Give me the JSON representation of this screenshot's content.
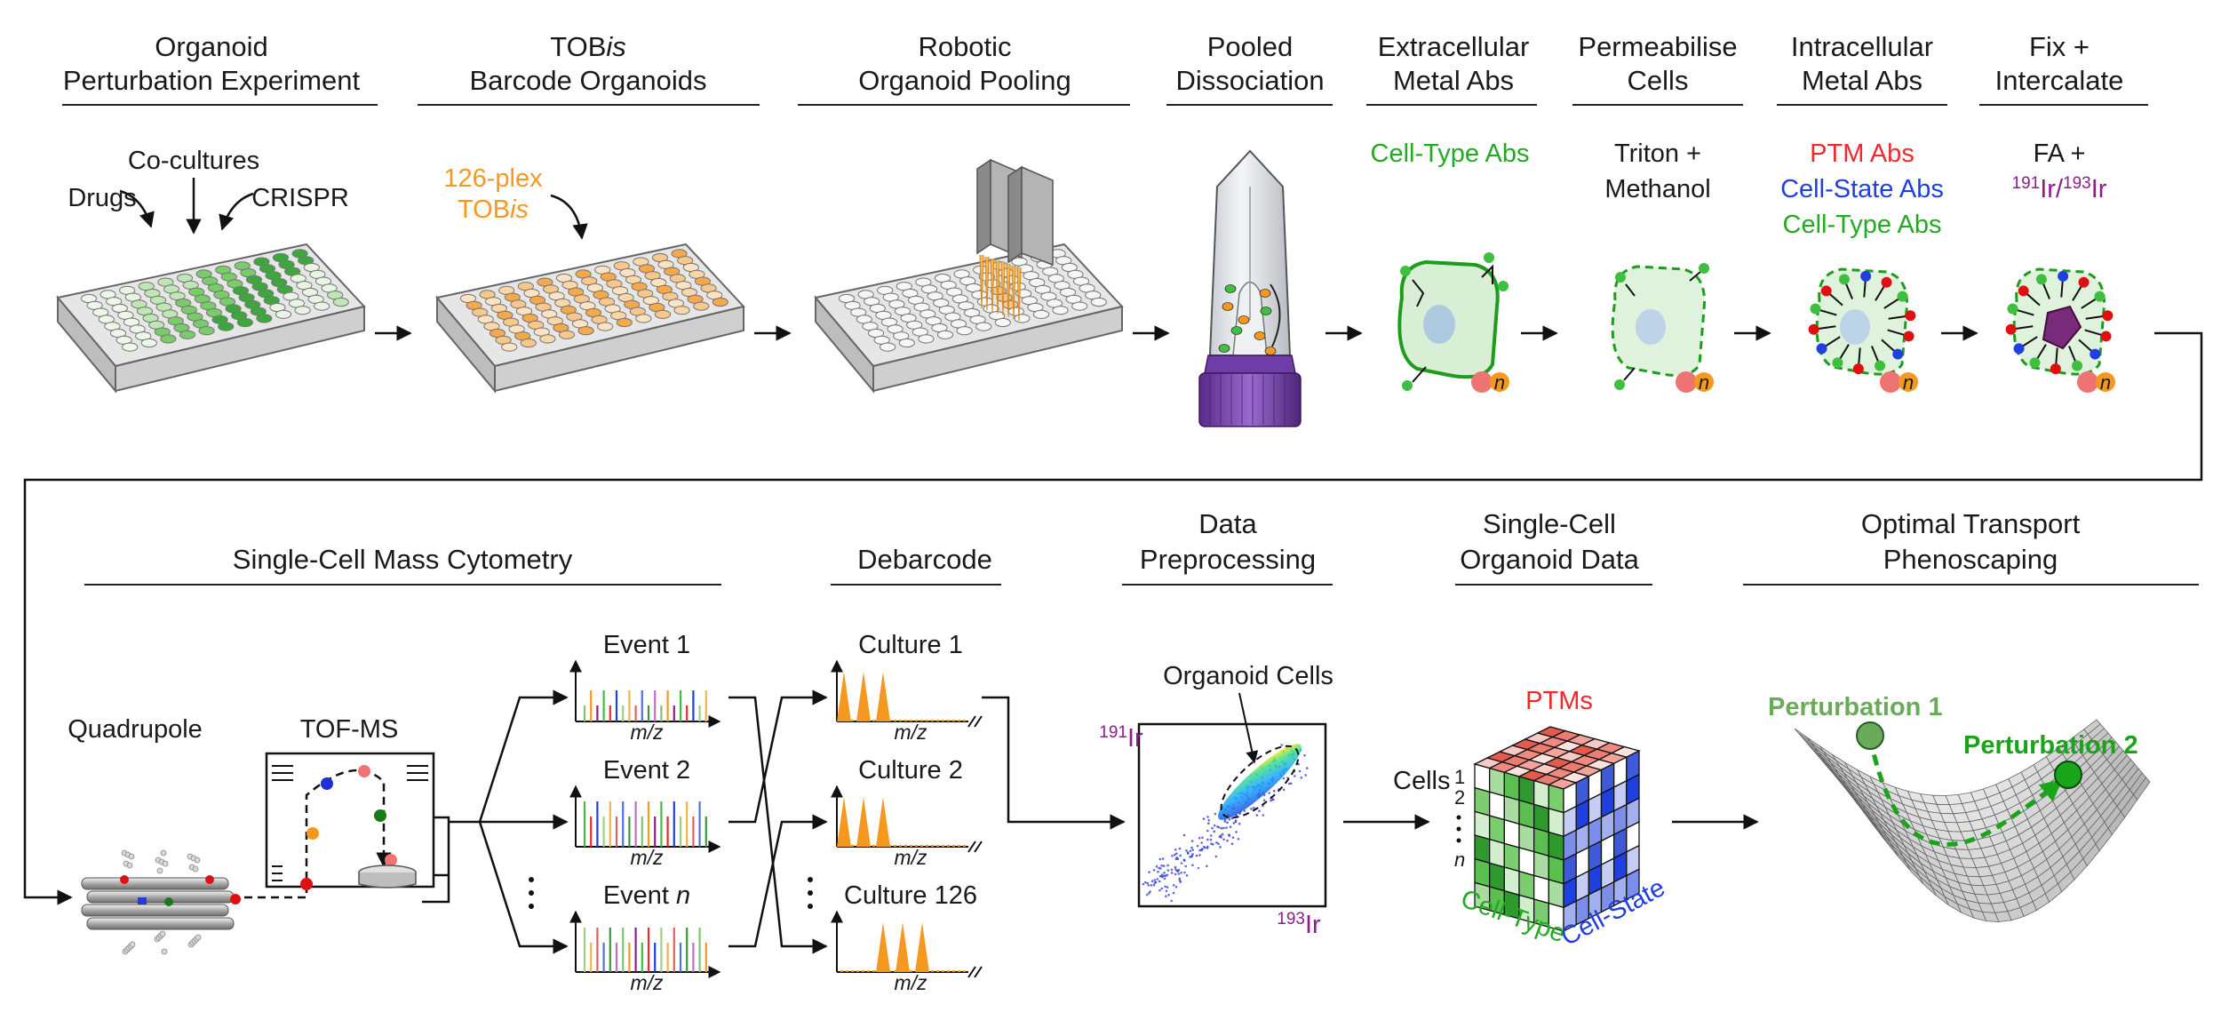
{
  "colors": {
    "cell_type": "#22aa22",
    "cell_state": "#1f3fe0",
    "ptm": "#ee2a2a",
    "orange": "#f5981f",
    "iridium": "#8a1f8a",
    "pert1": "#6aab5a",
    "pert2": "#19a419"
  },
  "steps_top": [
    {
      "l1": "Organoid",
      "l2": "Perturbation Experiment"
    },
    {
      "l1a": "TOB",
      "l1b": "is",
      "l2": "Barcode Organoids"
    },
    {
      "l1": "Robotic",
      "l2": "Organoid Pooling"
    },
    {
      "l1": "Pooled",
      "l2": "Dissociation"
    },
    {
      "l1": "Extracellular",
      "l2": "Metal Abs"
    },
    {
      "l1": "Permeabilise",
      "l2": "Cells"
    },
    {
      "l1": "Intracellular",
      "l2": "Metal Abs"
    },
    {
      "l1": "Fix +",
      "l2": "Intercalate"
    }
  ],
  "steps_bottom": [
    {
      "l1": "Single-Cell Mass Cytometry"
    },
    {
      "l1": "Debarcode"
    },
    {
      "l1": "Data",
      "l2": "Preprocessing"
    },
    {
      "l1": "Single-Cell",
      "l2": "Organoid Data"
    },
    {
      "l1": "Optimal Transport",
      "l2": "Phenoscaping"
    }
  ],
  "labels": {
    "co_cultures": "Co-cultures",
    "drugs": "Drugs",
    "crispr": "CRISPR",
    "plex_line1": "126-plex",
    "plex_line2a": "TOB",
    "plex_line2b": "is",
    "cell_type_abs": "Cell-Type Abs",
    "triton": "Triton +",
    "methanol": "Methanol",
    "ptm_abs": "PTM Abs",
    "cell_state_abs": "Cell-State Abs",
    "cell_type_abs2": "Cell-Type Abs",
    "fa": "FA +",
    "ir191_sup": "191",
    "ir_sym": "Ir",
    "ir_sep": "/",
    "ir193_sup": "193",
    "n_badge": "n",
    "quadrupole": "Quadrupole",
    "tof_ms": "TOF-MS",
    "event1": "Event 1",
    "event2": "Event 2",
    "event_n_a": "Event ",
    "event_n_b": "n",
    "culture1": "Culture 1",
    "culture2": "Culture 2",
    "culture126": "Culture 126",
    "mz": "m/z",
    "organoid_cells": "Organoid Cells",
    "cells": "Cells",
    "idx1": "1",
    "idx2": "2",
    "idxn": "n",
    "ptms": "PTMs",
    "cell_type": "Cell-Type",
    "cell_state": "Cell-State",
    "pert1": "Perturbation 1",
    "pert2": "Perturbation 2"
  }
}
